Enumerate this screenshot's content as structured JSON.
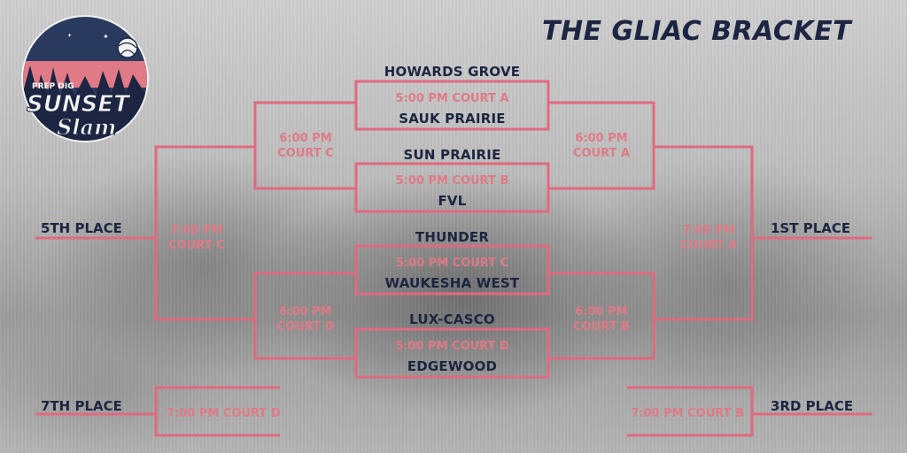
{
  "title": "THE GLIAC BRACKET",
  "logo": {
    "brand": "PREP DIG",
    "line1": "SUNSET",
    "line2": "Slam"
  },
  "colors": {
    "navy": "#1c2541",
    "pink": "#e07a86",
    "line": "#e06a7e"
  },
  "quarterfinals": [
    {
      "top_team": "HOWARDS GROVE",
      "time": "5:00 PM COURT A",
      "bottom_team": "SAUK PRAIRIE"
    },
    {
      "top_team": "SUN PRAIRIE",
      "time": "5:00 PM COURT B",
      "bottom_team": "FVL"
    },
    {
      "top_team": "THUNDER",
      "time": "5:00 PM COURT C",
      "bottom_team": "WAUKESHA WEST"
    },
    {
      "top_team": "LUX-CASCO",
      "time": "5:00 PM COURT D",
      "bottom_team": "EDGEWOOD"
    }
  ],
  "consolation_semis": [
    {
      "time": "6:00 PM",
      "court": "COURT C"
    },
    {
      "time": "6:00 PM",
      "court": "COURT D"
    }
  ],
  "winner_semis": [
    {
      "time": "6:00 PM",
      "court": "COURT A"
    },
    {
      "time": "6:00 PM",
      "court": "COURT B"
    }
  ],
  "fifth_place_game": {
    "time": "7:00 PM",
    "court": "COURT C",
    "label": "5TH PLACE"
  },
  "first_place_game": {
    "time": "7:00 PM",
    "court": "COURT A",
    "label": "1ST PLACE"
  },
  "seventh_place_game": {
    "time": "7:00 PM COURT D",
    "label": "7TH PLACE"
  },
  "third_place_game": {
    "time": "7:00 PM COURT B",
    "label": "3RD PLACE"
  }
}
